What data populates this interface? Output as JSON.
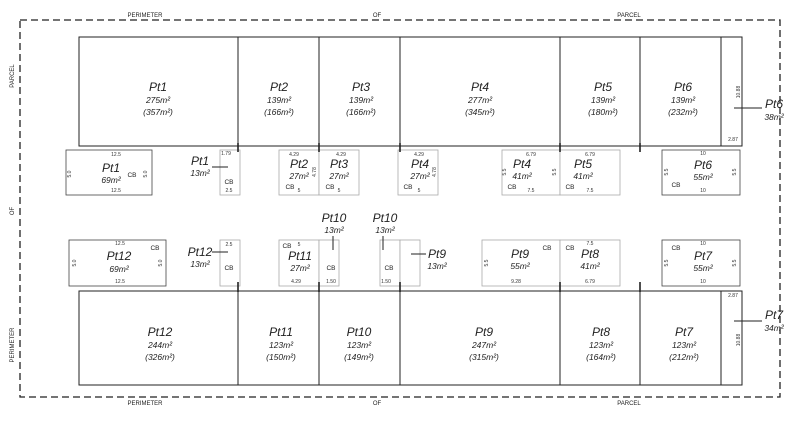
{
  "edge_labels": {
    "top": [
      "PERIMETER",
      "OF",
      "PARCEL"
    ],
    "bottom": [
      "PERIMETER",
      "OF",
      "PARCEL"
    ],
    "left_top": "PARCEL",
    "left_mid": "OF",
    "left_bottom": "PERIMETER"
  },
  "cb": "CB",
  "lots": [
    {
      "id": "top-pt1",
      "name": "Pt1",
      "area": "275m²",
      "gross": "(357m²)"
    },
    {
      "id": "top-pt2",
      "name": "Pt2",
      "area": "139m²",
      "gross": "(166m²)"
    },
    {
      "id": "top-pt3",
      "name": "Pt3",
      "area": "139m²",
      "gross": "(166m²)"
    },
    {
      "id": "top-pt4",
      "name": "Pt4",
      "area": "277m²",
      "gross": "(345m²)"
    },
    {
      "id": "top-pt5",
      "name": "Pt5",
      "area": "139m²",
      "gross": "(180m²)"
    },
    {
      "id": "top-pt6",
      "name": "Pt6",
      "area": "139m²",
      "gross": "(232m²)"
    },
    {
      "id": "top-pt6-strip",
      "name": "Pt6",
      "area": "38m²"
    },
    {
      "id": "bot-pt12",
      "name": "Pt12",
      "area": "244m²",
      "gross": "(326m²)"
    },
    {
      "id": "bot-pt11",
      "name": "Pt11",
      "area": "123m²",
      "gross": "(150m²)"
    },
    {
      "id": "bot-pt10",
      "name": "Pt10",
      "area": "123m²",
      "gross": "(149m²)"
    },
    {
      "id": "bot-pt9",
      "name": "Pt9",
      "area": "247m²",
      "gross": "(315m²)"
    },
    {
      "id": "bot-pt8",
      "name": "Pt8",
      "area": "123m²",
      "gross": "(164m²)"
    },
    {
      "id": "bot-pt7",
      "name": "Pt7",
      "area": "123m²",
      "gross": "(212m²)"
    },
    {
      "id": "bot-pt7-strip",
      "name": "Pt7",
      "area": "34m²"
    },
    {
      "id": "cp-pt1",
      "name": "Pt1",
      "area": "69m²"
    },
    {
      "id": "cp-pt1-small",
      "name": "Pt1",
      "area": "13m²"
    },
    {
      "id": "cp-pt2",
      "name": "Pt2",
      "area": "27m²"
    },
    {
      "id": "cp-pt3",
      "name": "Pt3",
      "area": "27m²"
    },
    {
      "id": "cp-pt4",
      "name": "Pt4",
      "area": "27m²"
    },
    {
      "id": "cp-pt4b",
      "name": "Pt4",
      "area": "41m²"
    },
    {
      "id": "cp-pt5",
      "name": "Pt5",
      "area": "41m²"
    },
    {
      "id": "cp-pt6",
      "name": "Pt6",
      "area": "55m²"
    },
    {
      "id": "cp-pt10a",
      "name": "Pt10",
      "area": "13m²"
    },
    {
      "id": "cp-pt10b",
      "name": "Pt10",
      "area": "13m²"
    },
    {
      "id": "cp-pt12",
      "name": "Pt12",
      "area": "69m²"
    },
    {
      "id": "cp-pt12-small",
      "name": "Pt12",
      "area": "13m²"
    },
    {
      "id": "cp-pt11",
      "name": "Pt11",
      "area": "27m²"
    },
    {
      "id": "cp-pt9-small",
      "name": "Pt9",
      "area": "13m²"
    },
    {
      "id": "cp-pt9",
      "name": "Pt9",
      "area": "55m²"
    },
    {
      "id": "cp-pt8",
      "name": "Pt8",
      "area": "41m²"
    },
    {
      "id": "cp-pt7",
      "name": "Pt7",
      "area": "55m²"
    }
  ],
  "dims": {
    "d125": "12.5",
    "d50": "5.0",
    "d25": "2.5",
    "d10": "10",
    "d429": "4.29",
    "d75": "7.5",
    "d679": "6.79",
    "d5": "5",
    "d478": "4.78",
    "d55": "5.5",
    "d150": "1.50",
    "d287": "2.87",
    "d1088": "10.88",
    "d928": "9.28",
    "d1179": "1.79"
  }
}
